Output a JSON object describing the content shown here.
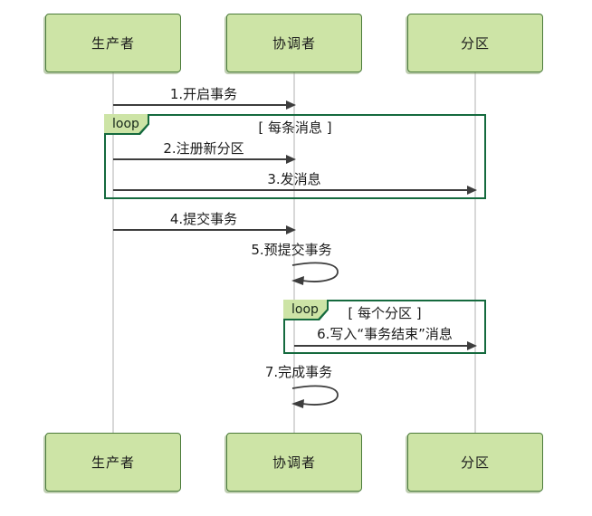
{
  "diagram": {
    "type": "uml-sequence",
    "actors": [
      {
        "label": "生产者"
      },
      {
        "label": "协调者"
      },
      {
        "label": "分区"
      }
    ],
    "messages": [
      {
        "label": "1.开启事务",
        "from": "生产者",
        "to": "协调者"
      },
      {
        "label": "2.注册新分区",
        "from": "生产者",
        "to": "协调者"
      },
      {
        "label": "3.发消息",
        "from": "生产者",
        "to": "分区"
      },
      {
        "label": "4.提交事务",
        "from": "生产者",
        "to": "协调者"
      },
      {
        "label": "5.预提交事务",
        "from": "协调者",
        "to": "协调者"
      },
      {
        "label": "6.写入“事务结束”消息",
        "from": "协调者",
        "to": "分区"
      },
      {
        "label": "7.完成事务",
        "from": "协调者",
        "to": "协调者"
      }
    ],
    "fragments": [
      {
        "operator": "loop",
        "condition": "[ 每条消息 ]"
      },
      {
        "operator": "loop",
        "condition": "[ 每个分区 ]"
      }
    ],
    "colors": {
      "actor_fill": "#cde4a6",
      "actor_border": "#4b7b3b",
      "fragment_border": "#156a3e",
      "lifeline": "#d8d8d8",
      "arrow": "#3d3d3d",
      "text": "#1c1c1c"
    }
  }
}
